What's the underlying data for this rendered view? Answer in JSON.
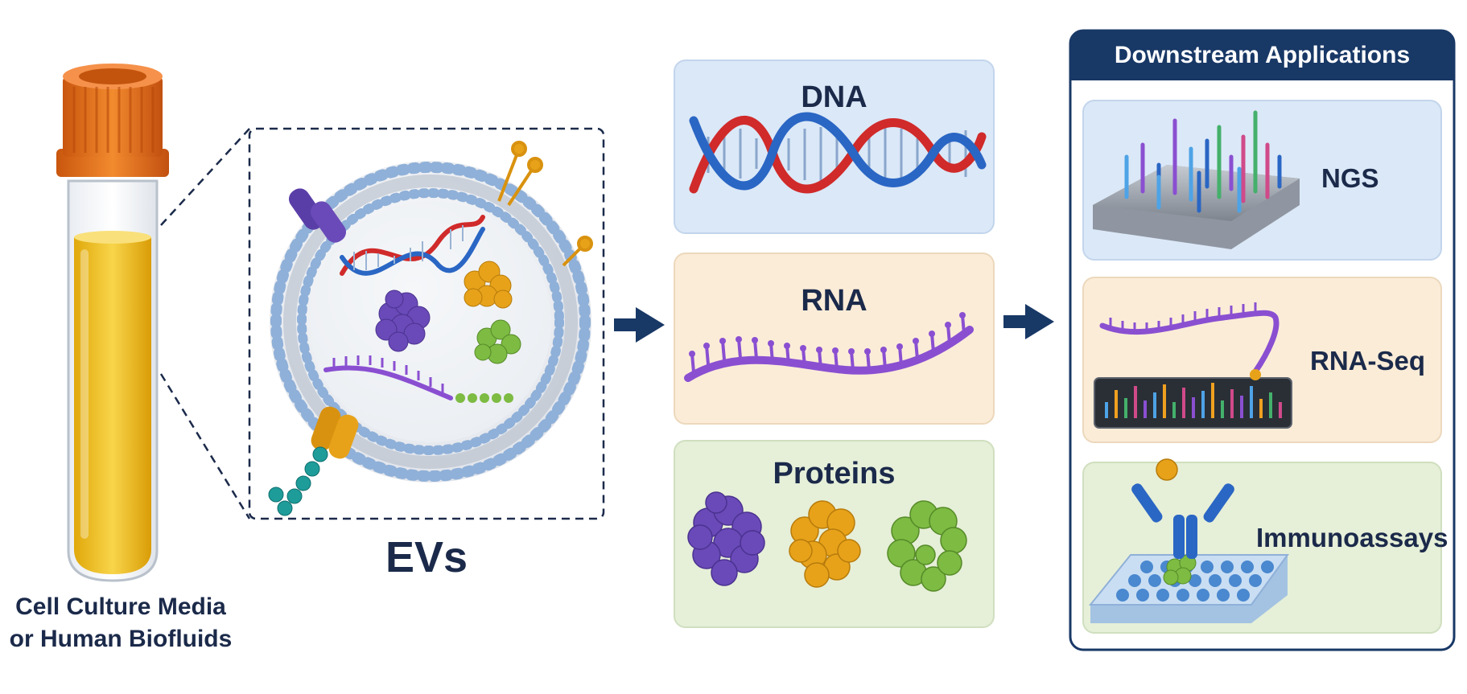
{
  "source": {
    "caption_line1": "Cell Culture Media",
    "caption_line2": "or Human Biofluids"
  },
  "vesicle": {
    "label": "EVs"
  },
  "cargo": [
    {
      "title": "DNA",
      "color": "#dbe8f7"
    },
    {
      "title": "RNA",
      "color": "#fbecd8"
    },
    {
      "title": "Proteins",
      "color": "#e6efd8"
    }
  ],
  "applications": {
    "header": "Downstream Applications",
    "items": [
      {
        "label": "NGS",
        "color": "#dbe8f7"
      },
      {
        "label": "RNA-Seq",
        "color": "#fbecd8"
      },
      {
        "label": "Immunoassays",
        "color": "#e6efd8"
      }
    ]
  },
  "colors": {
    "navy": "#183866",
    "tube_cap": "#e8741c",
    "fluid": "#f1c40f",
    "dna_red": "#d02a2a",
    "dna_blue": "#2a66c4",
    "rna_purple": "#8a4fd1",
    "protein_purple": "#6a4ab8",
    "protein_orange": "#e7a21a",
    "protein_green": "#7dbb43"
  }
}
